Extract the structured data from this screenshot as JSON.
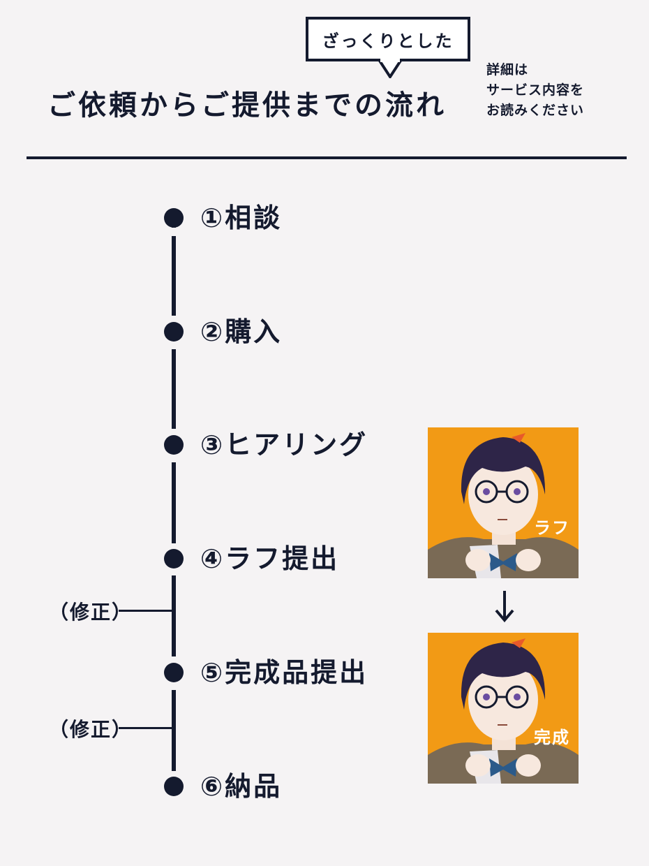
{
  "header": {
    "callout": "ざっくりとした",
    "title": "ご依頼からご提供までの流れ",
    "note_lines": [
      "詳細は",
      "サービス内容を",
      "お読みください"
    ]
  },
  "timeline": {
    "steps": [
      {
        "label": "①相談"
      },
      {
        "label": "②購入"
      },
      {
        "label": "③ヒアリング"
      },
      {
        "label": "④ラフ提出"
      },
      {
        "label": "⑤完成品提出"
      },
      {
        "label": "⑥納品"
      }
    ],
    "revisions": [
      {
        "label": "（修正）"
      },
      {
        "label": "（修正）"
      }
    ]
  },
  "images": {
    "rough_label": "ラフ",
    "final_label": "完成"
  },
  "colors": {
    "ink": "#141a2e",
    "background": "#f5f3f4",
    "art_background": "#f29a15",
    "hair": "#2e2548",
    "jacket": "#7a6a55",
    "bow": "#2b5a8a"
  }
}
